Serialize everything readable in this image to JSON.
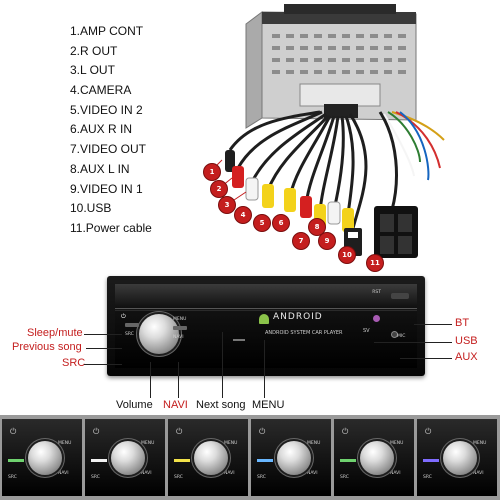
{
  "connectors": [
    "1.AMP CONT",
    "2.R OUT",
    "3.L OUT",
    "4.CAMERA",
    "5.VIDEO IN 2",
    "6.AUX R IN",
    "7.VIDEO OUT",
    "8.AUX L IN",
    "9.VIDEO IN 1",
    "10.USB",
    "11.Power cable"
  ],
  "pin_numbers": [
    "1",
    "2",
    "3",
    "4",
    "5",
    "6",
    "7",
    "8",
    "9",
    "10",
    "11"
  ],
  "panel": {
    "brand": "ANDROID",
    "subtitle": "ANDROID SYSTEM CAR PLAYER",
    "menu_button": "MENU",
    "navi_button": "NAVI",
    "src_button": "SRC",
    "sv_label": "SV",
    "mic_label": "MIC",
    "rst_label": "RST"
  },
  "callouts_left": {
    "sleep_mute": "Sleep/mute",
    "previous_song": "Previous song",
    "src": "SRC"
  },
  "callouts_right": {
    "bt": "BT",
    "usb": "USB",
    "aux": "AUX"
  },
  "callouts_bottom": {
    "volume": "Volume",
    "navi": "NAVI",
    "next_song": "Next song",
    "menu": "MENU"
  },
  "variants": [
    {
      "menu": "MENU",
      "navi": "NAVI",
      "src": "SRC",
      "accent": "#6fd26f"
    },
    {
      "menu": "MENU",
      "navi": "NAVI",
      "src": "SRC",
      "accent": "#f2f2f2"
    },
    {
      "menu": "MENU",
      "navi": "NAVI",
      "src": "SRC",
      "accent": "#f2e24a"
    },
    {
      "menu": "MENU",
      "navi": "NAVI",
      "src": "SRC",
      "accent": "#69b7ff"
    },
    {
      "menu": "MENU",
      "navi": "NAVI",
      "src": "SRC",
      "accent": "#6fd26f"
    },
    {
      "menu": "MENU",
      "navi": "NAVI",
      "src": "SRC",
      "accent": "#7f6cff"
    }
  ],
  "colors": {
    "pin_red": "#c41e1e",
    "callout_red": "#c41e1e",
    "rca_yellow": "#f3d21b",
    "rca_red": "#d42020",
    "rca_white": "#f4f4f4",
    "android_green": "#8bc34a",
    "usb_light": "#a85bb3"
  }
}
